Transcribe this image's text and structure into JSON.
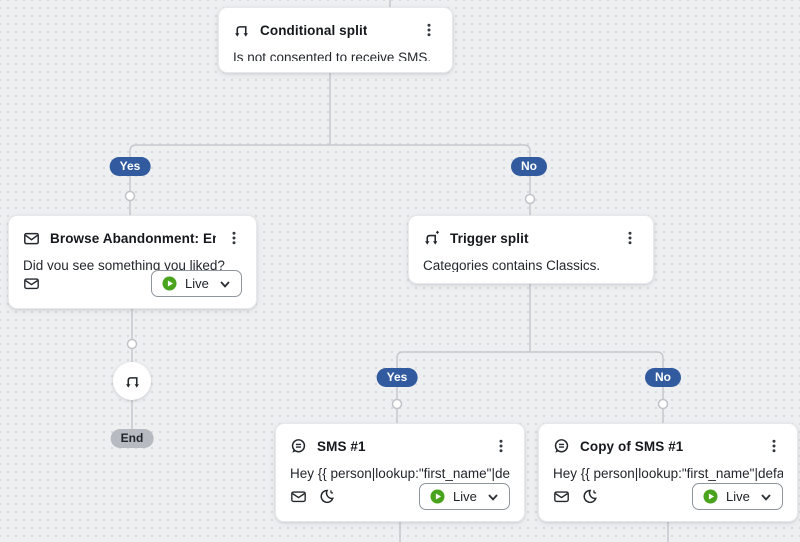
{
  "canvas": {
    "background": "#edeff1",
    "dot_color": "#d3d6da",
    "connector_color": "#c5c8cd"
  },
  "colors": {
    "branch_pill_blue": "#315b9e",
    "end_pill_gray": "#b7bbc1",
    "live_green": "#4aa31c"
  },
  "labels": {
    "yes": "Yes",
    "no": "No",
    "end": "End"
  },
  "nodes": {
    "conditional_split": {
      "title": "Conditional split",
      "description": "Is not consented to receive SMS."
    },
    "browse_abandonment": {
      "title": "Browse Abandonment: Email...",
      "description": "Did you see something you liked?",
      "status": "Live"
    },
    "trigger_split": {
      "title": "Trigger split",
      "description": "Categories contains Classics."
    },
    "sms_1": {
      "title": "SMS #1",
      "description": "Hey {{ person|lookup:\"first_name\"|defaul...",
      "status": "Live"
    },
    "copy_of_sms_1": {
      "title": "Copy of SMS #1",
      "description": "Hey {{ person|lookup:\"first_name\"|defaul...",
      "status": "Live"
    }
  }
}
